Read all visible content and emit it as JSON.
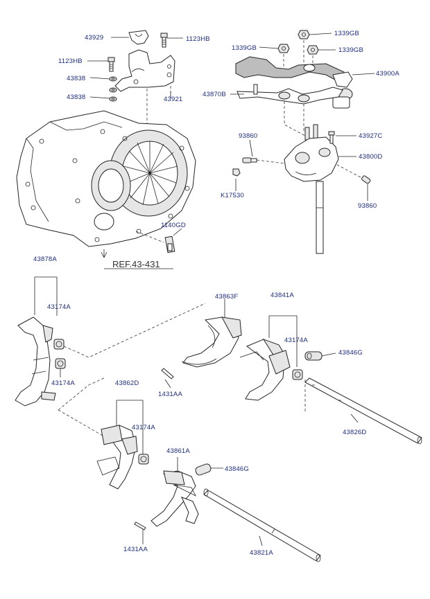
{
  "diagram": {
    "reference_label": "REF.43-431",
    "parts": {
      "p43929": "43929",
      "p1123hb_top": "1123HB",
      "p1123hb_left": "1123HB",
      "p43838_a": "43838",
      "p43838_b": "43838",
      "p43921": "43921",
      "p1339gb_a": "1339GB",
      "p1339gb_b": "1339GB",
      "p1339gb_c": "1339GB",
      "p43900a": "43900A",
      "p43870b": "43870B",
      "p93860_a": "93860",
      "p43927c": "43927C",
      "p43800d": "43800D",
      "pk17530": "K17530",
      "p93860_b": "93860",
      "p1140gd": "1140GD",
      "p43878a": "43878A",
      "p43174a_1": "43174A",
      "p43174a_2": "43174A",
      "p43863f": "43863F",
      "p43841a": "43841A",
      "p43174a_3": "43174A",
      "p43846g_a": "43846G",
      "p1431aa_a": "1431AA",
      "p43862d": "43862D",
      "p43174a_4": "43174A",
      "p43826d": "43826D",
      "p43861a": "43861A",
      "p43846g_b": "43846G",
      "p1431aa_b": "1431AA",
      "p43821a": "43821A"
    }
  }
}
